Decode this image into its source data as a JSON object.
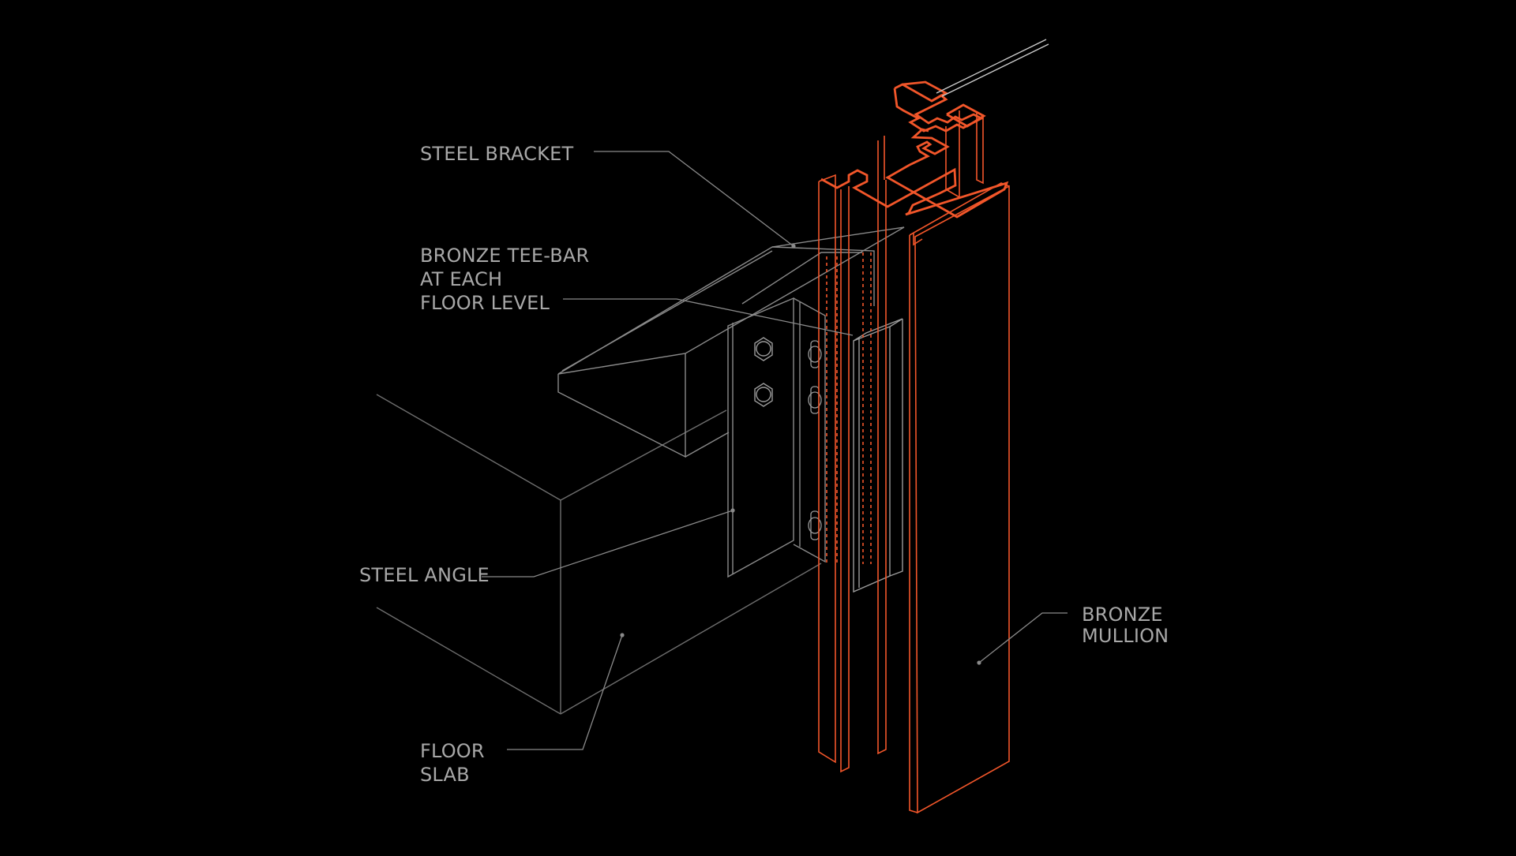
{
  "colors": {
    "background": "#000000",
    "line_gray": "#7a7a7a",
    "line_light": "#9a9a9a",
    "label_gray": "#a8a8a8",
    "bronze_accent": "#f2562a"
  },
  "labels": {
    "steel_bracket": [
      "STEEL BRACKET"
    ],
    "bronze_tee_bar": [
      "BRONZE TEE-BAR",
      "AT EACH",
      "FLOOR LEVEL"
    ],
    "steel_angle": [
      "STEEL ANGLE"
    ],
    "floor_slab": [
      "FLOOR",
      "SLAB"
    ],
    "bronze_mullion": [
      "BRONZE",
      "MULLION"
    ]
  }
}
